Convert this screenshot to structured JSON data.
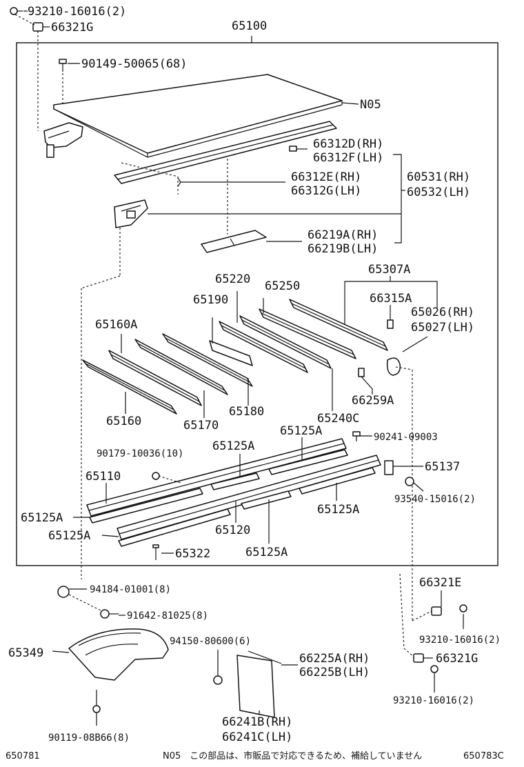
{
  "labels": {
    "l93210_top": "93210-16016(2)",
    "l66321g_top": "66321G",
    "l65100": "65100",
    "l90149": "90149-50065(68)",
    "lN05": "N05",
    "l66312d": "66312D(RH)",
    "l66312f": "66312F(LH)",
    "l66312e": "66312E(RH)",
    "l66312g": "66312G(LH)",
    "l60531": "60531(RH)",
    "l60532": "60532(LH)",
    "l66219a": "66219A(RH)",
    "l66219b": "66219B(LH)",
    "l65307a": "65307A",
    "l65220": "65220",
    "l65250": "65250",
    "l66315a": "66315A",
    "l65190": "65190",
    "l65026": "65026(RH)",
    "l65027": "65027(LH)",
    "l65160a": "65160A",
    "l66259a": "66259A",
    "l65180": "65180",
    "l65160": "65160",
    "l65170": "65170",
    "l65240c": "65240C",
    "l65125a": "65125A",
    "l90241": "90241-09003",
    "l90179": "90179-10036(10)",
    "l65137": "65137",
    "l65110": "65110",
    "l93540": "93540-15016(2)",
    "l65120": "65120",
    "l65322": "65322",
    "l66321e": "66321E",
    "l94184": "94184-01001(8)",
    "l91642": "91642-81025(8)",
    "l93210_lower": "93210-16016(2)",
    "l94150": "94150-80600(6)",
    "l65349": "65349",
    "l66225a": "66225A(RH)",
    "l66225b": "66225B(LH)",
    "l66321g_lower": "66321G",
    "l66241b": "66241B(RH)",
    "l66241c": "66241C(LH)",
    "l90119": "90119-08B66(8)"
  },
  "footer": {
    "left_code": "650781",
    "note": "N05　この部品は、市販品で対応できるため、補給していません",
    "right_code": "650783C"
  }
}
